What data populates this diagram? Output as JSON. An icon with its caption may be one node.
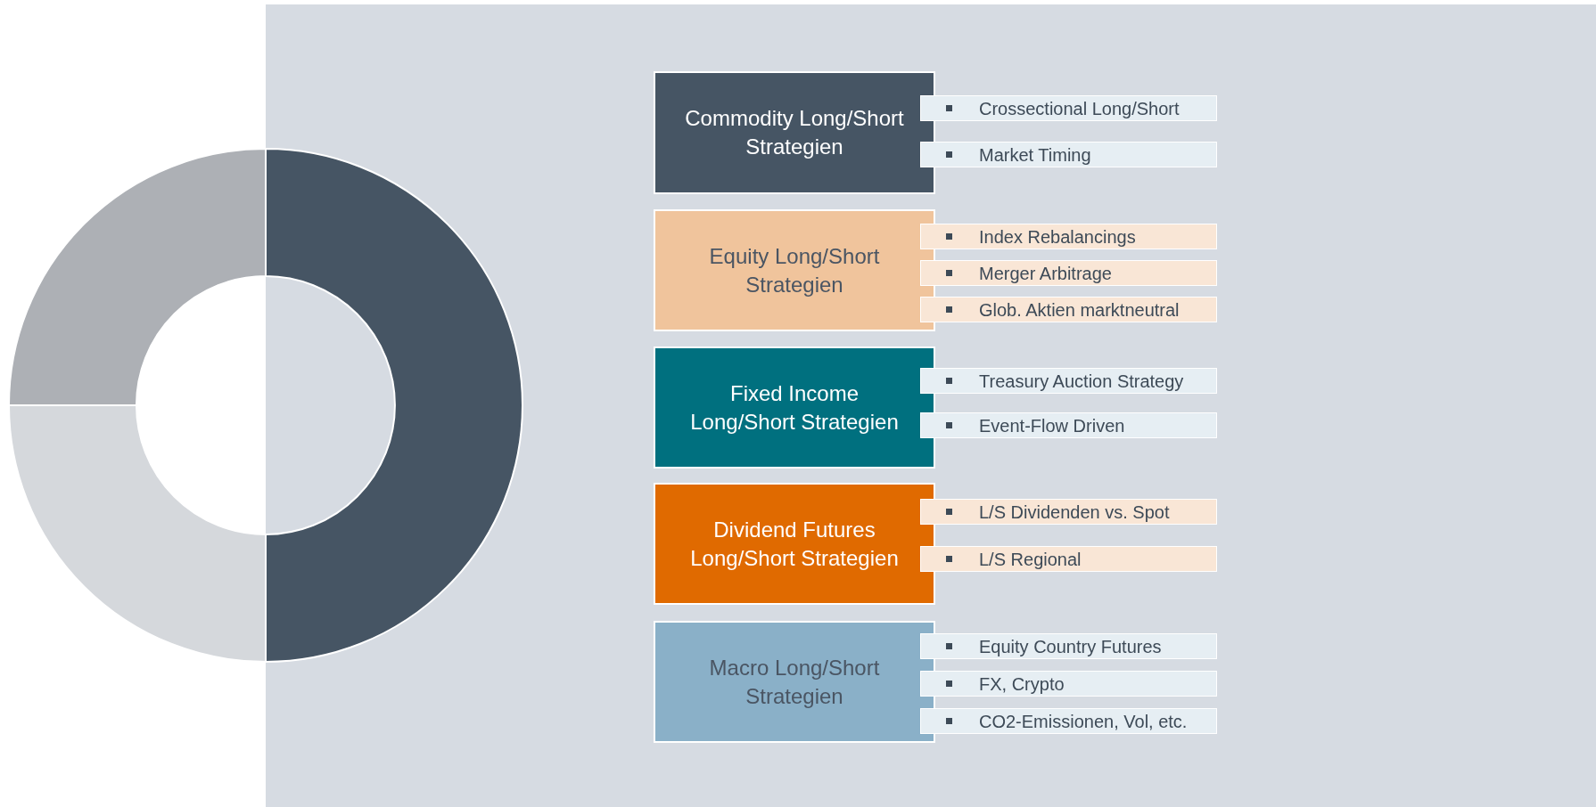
{
  "diagram": {
    "nodes": [
      {
        "text": [
          "Commodity Long/Short Strategien"
        ]
      },
      {
        "text": [
          "Crossectional Long/Short"
        ]
      },
      {
        "text": [
          "Market Timing"
        ]
      },
      {
        "text": [
          "Equity Long/Short Strategien"
        ]
      },
      {
        "text": [
          "Index Rebalancings"
        ]
      },
      {
        "text": [
          "Merger Arbitrage"
        ]
      },
      {
        "text": [
          "Glob. Aktien marktneutral"
        ]
      },
      {
        "text": [
          "Fixed Income Long/Short Strategien"
        ]
      },
      {
        "text": [
          "Treasury Auction Strategy"
        ]
      },
      {
        "text": [
          "Event-Flow Driven"
        ]
      },
      {
        "text": [
          "Dividend Futures Long/Short Strategien"
        ]
      },
      {
        "text": [
          "L/S Dividenden vs. Spot"
        ]
      },
      {
        "text": [
          "L/S Regional"
        ]
      },
      {
        "text": [
          "Macro Long/Short Strategien"
        ]
      },
      {
        "text": [
          "Equity Country Futures"
        ]
      },
      {
        "text": [
          "FX, Crypto"
        ]
      },
      {
        "text": [
          "CO2-Emissionen, Vol, etc."
        ]
      }
    ]
  }
}
